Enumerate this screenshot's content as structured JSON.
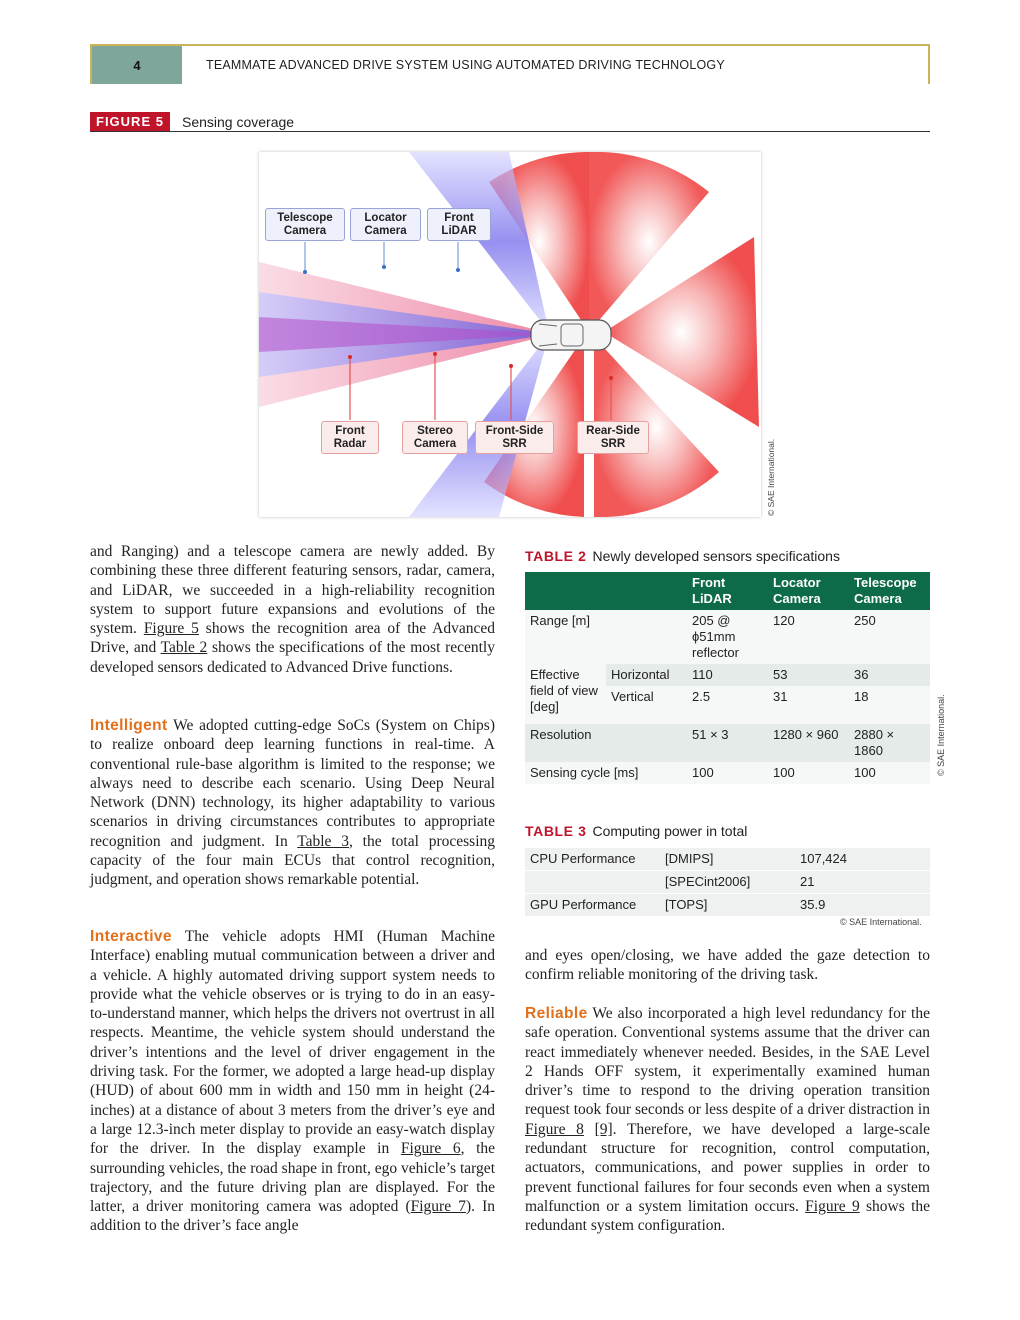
{
  "header": {
    "page_number": "4",
    "running_title": "TEAMMATE ADVANCED DRIVE SYSTEM USING AUTOMATED DRIVING TECHNOLOGY"
  },
  "figure": {
    "label": "FIGURE 5",
    "title": "Sensing coverage",
    "labels": {
      "telescope": [
        "Telescope",
        "Camera"
      ],
      "locator": [
        "Locator",
        "Camera"
      ],
      "front_lidar": [
        "Front",
        "LiDAR"
      ],
      "front_radar": [
        "Front",
        "Radar"
      ],
      "stereo": [
        "Stereo",
        "Camera"
      ],
      "front_side": [
        "Front-Side",
        "SRR"
      ],
      "rear_side": [
        "Rear-Side",
        "SRR"
      ]
    },
    "credit": "© SAE International.",
    "colors": {
      "camera": "#6f6ff0",
      "radar": "#f03a3a"
    }
  },
  "col1": {
    "p1": "and Ranging) and a telescope camera are newly added. By combining these three different featuring sensors, radar, camera, and LiDAR, we succeeded in a high-reliability recognition system to support future expansions and evolutions of the system. ",
    "p1_link1": "Figure 5",
    "p1_mid": " shows the recognition area of the Advanced Drive, and ",
    "p1_link2": "Table 2",
    "p1_end": " shows the specifications of the most recently developed sensors dedicated to Advanced Drive functions.",
    "intelligent_head": "Intelligent",
    "p2": " We adopted cutting-edge SoCs (System on Chips) to realize onboard deep learning functions in real-time. A conventional rule-base algorithm is limited to the response; we always need to describe each scenario. Using Deep Neural Network (DNN) technology, its higher adaptability to various scenarios in driving circumstances contributes to appropriate recognition and judgment. In ",
    "p2_link": "Table 3",
    "p2_end": ", the total processing capacity of the four main ECUs that control recognition, judgment, and operation shows remarkable potential.",
    "interactive_head": "Interactive",
    "p3": " The vehicle adopts HMI (Human Machine Interface) enabling mutual communication between a driver and a vehicle. A highly automated driving support system needs to provide what the vehicle observes or is trying to do in an easy-to-understand manner, which helps the drivers not overtrust in all respects. Meantime, the vehicle system should understand the driver’s intentions and the level of driver engagement in the driving task. For the former, we adopted a large head-up display (HUD) of about 600 mm in width and 150 mm in height (24-inches) at a distance of about 3 meters from the driver’s eye and a large 12.3-inch meter display to provide an easy-watch display for the driver. In the display example in ",
    "p3_link1": "Figure 6",
    "p3_mid": ", the surrounding vehicles, the road shape in front, ego vehicle’s target trajectory, and the future driving plan are displayed. For the latter, a driver monitoring camera was adopted (",
    "p3_link2": "Figure 7",
    "p3_end": "). In addition to the driver’s face angle"
  },
  "table2": {
    "label": "TABLE 2",
    "title": "Newly developed sensors specifications",
    "headers": [
      "",
      "",
      "Front LiDAR",
      "Locator Camera",
      "Telescope Camera"
    ],
    "rows": {
      "range": [
        "Range [m]",
        "205 @ ϕ51mm reflector",
        "120",
        "250"
      ],
      "fov_label": "Effective field of view [deg]",
      "horizontal": [
        "Horizontal",
        "110",
        "53",
        "36"
      ],
      "vertical": [
        "Vertical",
        "2.5",
        "31",
        "18"
      ],
      "resolution": [
        "Resolution",
        "51 × 3",
        "1280 × 960",
        "2880 × 1860"
      ],
      "cycle": [
        "Sensing cycle [ms]",
        "100",
        "100",
        "100"
      ]
    },
    "credit": "© SAE International."
  },
  "table3": {
    "label": "TABLE 3",
    "title": "Computing power in total",
    "rows": [
      [
        "CPU Performance",
        "[DMIPS]",
        "107,424"
      ],
      [
        "",
        "[SPECint2006]",
        "21"
      ],
      [
        "GPU Performance",
        "[TOPS]",
        "35.9"
      ]
    ],
    "credit": "© SAE International."
  },
  "col2": {
    "p1": "and eyes open/closing, we have added the gaze detection to confirm reliable monitoring of the driving task.",
    "reliable_head": "Reliable",
    "p2": " We also incorporated a high level redundancy for the safe operation. Conventional systems assume that the driver can react immediately whenever needed. Besides, in the SAE Level 2 Hands OFF system, it experimentally examined human driver’s time to respond to the driving operation transition request took four seconds or less despite of a driver distraction in ",
    "p2_link1": "Figure 8",
    "p2_ref": "[9]",
    "p2_mid": ". Therefore, we have developed a large-scale redundant structure for recognition, control computation, actuators, communications, and power supplies in order to prevent functional failures for four seconds even when a system malfunction or a system limitation occurs. ",
    "p2_link2": "Figure 9",
    "p2_end": " shows the redundant system configuration."
  }
}
